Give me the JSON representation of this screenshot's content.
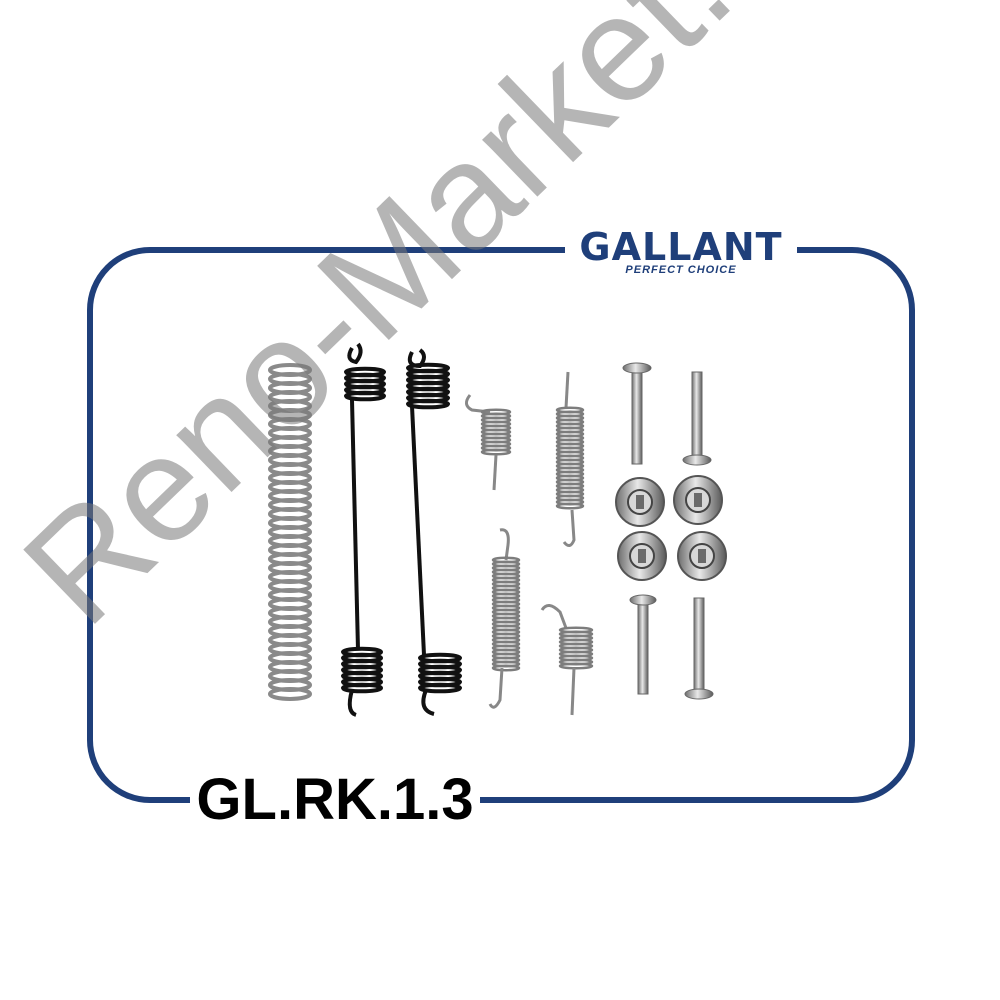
{
  "brand": {
    "name": "GALLANT",
    "tagline": "PERFECT CHOICE"
  },
  "part_number": "GL.RK.1.3",
  "watermark": "Reno-Market.ru",
  "colors": {
    "frame": "#1f3f7a",
    "brand": "#1f3f7a",
    "chrome": "#9a9a9a",
    "black_parts": "#111111",
    "watermark": "#8a8a8a"
  },
  "kit_components": [
    {
      "name": "long-compression-spring",
      "count": 1,
      "finish": "chrome"
    },
    {
      "name": "black-return-spring-with-rod",
      "count": 2,
      "finish": "black"
    },
    {
      "name": "short-tension-spring",
      "count": 2,
      "finish": "chrome"
    },
    {
      "name": "long-tension-spring",
      "count": 2,
      "finish": "chrome"
    },
    {
      "name": "hold-down-pin",
      "count": 4,
      "finish": "chrome"
    },
    {
      "name": "spring-cup-washer",
      "count": 4,
      "finish": "chrome"
    }
  ]
}
